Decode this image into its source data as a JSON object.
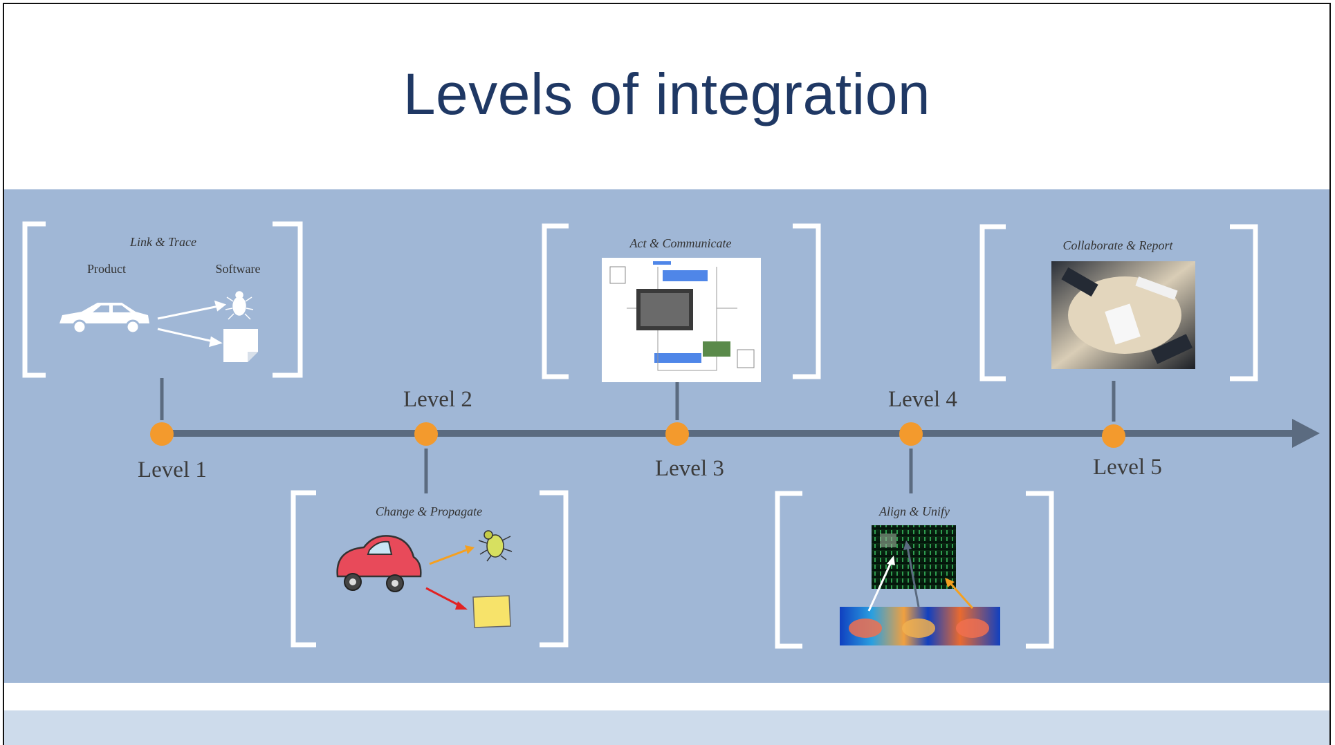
{
  "title": "Levels of integration",
  "levels": [
    "Level 1",
    "Level 2",
    "Level 3",
    "Level 4",
    "Level 5"
  ],
  "captions": {
    "link_trace": "Link & Trace",
    "change_propagate": "Change & Propagate",
    "act_communicate": "Act & Communicate",
    "align_unify": "Align & Unify",
    "collaborate_report": "Collaborate & Report"
  },
  "link_trace_labels": {
    "product": "Product",
    "software": "Software"
  },
  "colors": {
    "title": "#1f3864",
    "band": "#a0b7d6",
    "timeline": "#5b6b80",
    "node": "#f39a2d",
    "bracket": "#ffffff"
  },
  "icons": [
    "car-icon",
    "bug-icon",
    "document-icon",
    "cartoon-car-icon",
    "beetle-icon",
    "sticky-note-icon",
    "diagram-image",
    "matrix-image",
    "meeting-image"
  ]
}
